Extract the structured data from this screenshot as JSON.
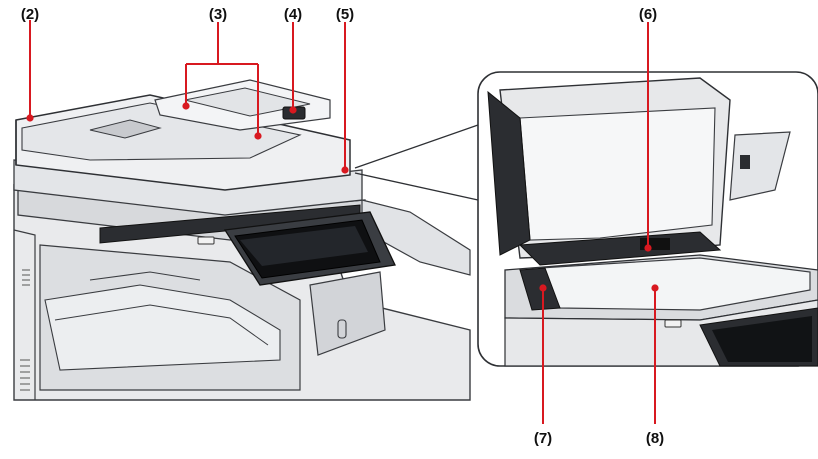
{
  "labels": {
    "l2": "(2)",
    "l3": "(3)",
    "l4": "(4)",
    "l5": "(5)",
    "l6": "(6)",
    "l7": "(7)",
    "l8": "(8)"
  },
  "colors": {
    "callout_line": "#d81920",
    "device_body": "#e7e8ea",
    "device_dark": "#2a2c30",
    "glass": "#f3f5f6"
  }
}
